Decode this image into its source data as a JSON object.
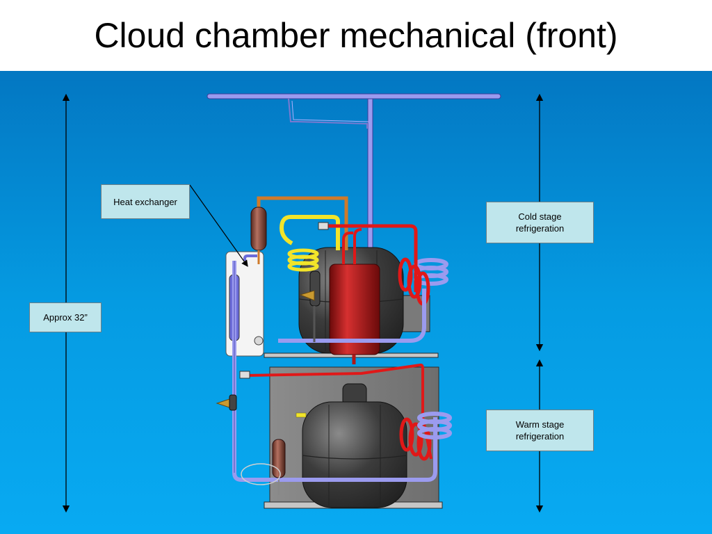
{
  "slide": {
    "title": "Cloud chamber mechanical (front)"
  },
  "labels": {
    "heat_exchanger": "Heat exchanger",
    "cold_stage": "Cold stage\nrefrigeration",
    "warm_stage": "Warm stage\nrefrigeration",
    "approx_height": "Approx 32”"
  },
  "colors": {
    "background_top": "#0377c2",
    "background_bottom": "#08aaf2",
    "label_fill": "#bfe6ec",
    "pipe_blue": "#8f8fe6",
    "pipe_red": "#e01818",
    "pipe_yellow": "#f2e42a",
    "pipe_copper": "#cf7a2a",
    "tank_red": "#b01818",
    "compressor": "#3a3a3a"
  }
}
